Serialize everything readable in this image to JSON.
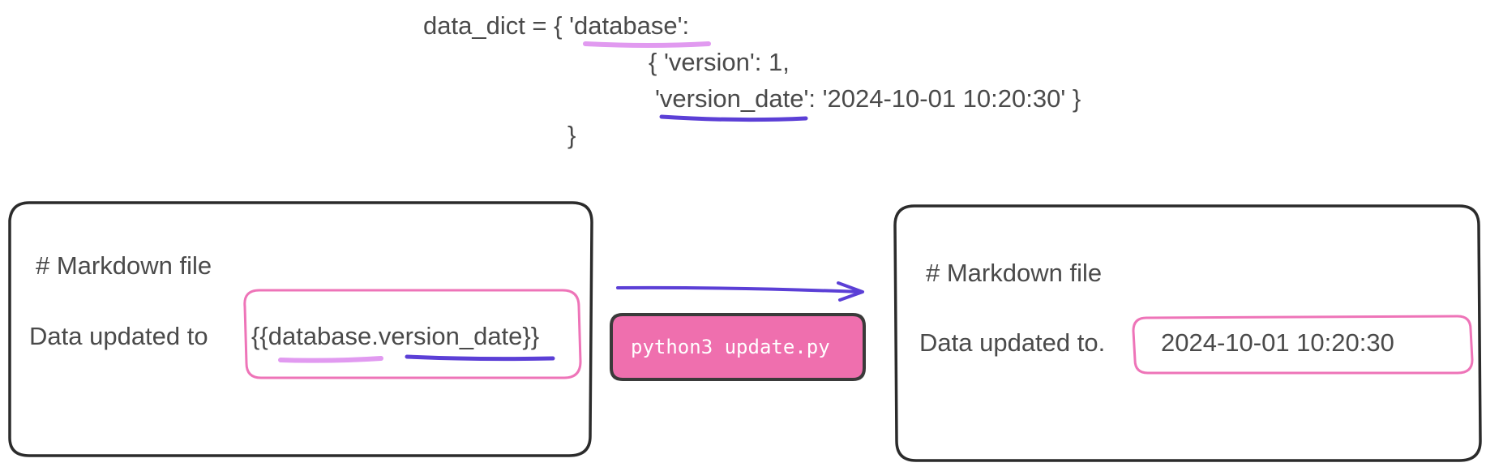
{
  "palette": {
    "ink": "#4a4a4a",
    "box_stroke": "#2b2b2b",
    "pink": "#ee74b8",
    "pink_fill": "#ef6fae",
    "lilac": "#e19af0",
    "purple": "#5b3fd6"
  },
  "code": {
    "line1_prefix": "data_dict = { ",
    "database_key": "'database'",
    "line1_suffix": ":",
    "line2": "{ 'version': 1,",
    "line3_quote": "'",
    "version_date_key": "version_date",
    "line3_rest": "': '2024-10-01 10:20:30' }",
    "line4": "}"
  },
  "left_box": {
    "heading": "# Markdown file",
    "label": "Data updated to",
    "template_open": "{{",
    "template_database": "database",
    "template_dot": ".",
    "template_field": "version_date",
    "template_close": "}}"
  },
  "command": {
    "label": "python3 update.py"
  },
  "right_box": {
    "heading": "# Markdown file",
    "label": "Data updated to.",
    "value": "2024-10-01 10:20:30"
  }
}
